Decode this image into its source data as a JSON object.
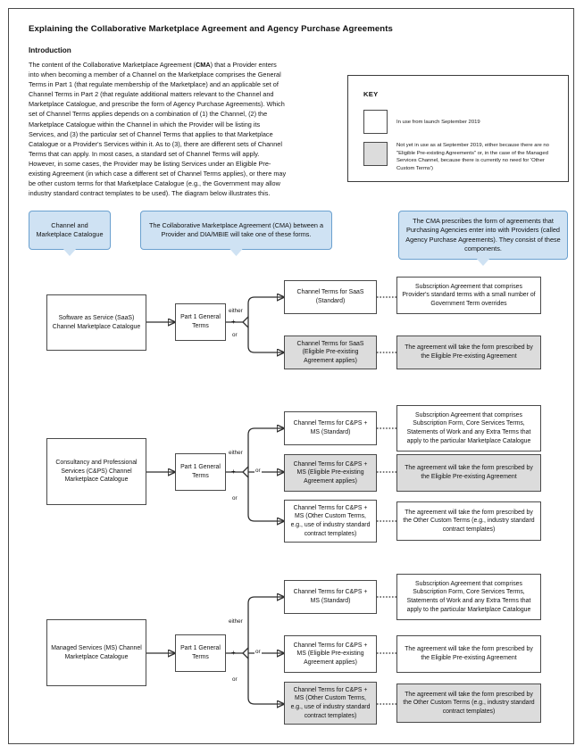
{
  "document": {
    "title": "Explaining the Collaborative Marketplace Agreement and Agency Purchase Agreements",
    "intro_heading": "Introduction",
    "intro_paragraph_pre": "The content of the Collaborative Marketplace Agreement (",
    "intro_abbr": "CMA",
    "intro_paragraph_post": ") that a Provider enters into when becoming a member of a Channel on the Marketplace comprises the General Terms in Part 1 (that regulate membership of the Marketplace) and an applicable set of Channel Terms in Part 2 (that regulate additional matters relevant to the Channel and Marketplace Catalogue, and prescribe the form of Agency Purchase Agreements). Which set of Channel Terms applies depends on a combination of (1) the Channel, (2) the Marketplace Catalogue within the Channel in which the Provider will be listing its Services, and (3) the particular set of Channel Terms that applies to that Marketplace Catalogue or a Provider's Services within it. As to (3), there are different sets of Channel Terms that can apply. In most cases, a standard set of Channel Terms will apply. However, in some cases, the Provider may be listing Services under an Eligible Pre-existing Agreement (in which case a different set of Channel Terms applies), or there may be other custom terms for that Marketplace Catalogue (e.g., the Government may allow industry standard contract templates to be used). The diagram below illustrates this."
  },
  "key": {
    "title": "KEY",
    "entries": [
      {
        "swatch": "white",
        "text": "In use from launch September 2019"
      },
      {
        "swatch": "grey",
        "text": "Not yet in use as at September 2019, either because there are no \"Eligible Pre-existing Agreements\" or, in the case of the Managed Services Channel, because there is currently no need for 'Other Custom Terms')"
      }
    ],
    "colors": {
      "white": "#ffffff",
      "grey": "#dcdcdc"
    }
  },
  "callouts": [
    {
      "text": "Channel and\nMarketplace Catalogue"
    },
    {
      "text": "The Collaborative Marketplace Agreement (CMA) between a Provider and DIA/MBIE will take one of these forms."
    },
    {
      "text": "The CMA prescribes the form of agreements that Purchasing Agencies enter into with Providers (called Agency Purchase Agreements). They consist of these components."
    }
  ],
  "colors": {
    "callout_fill": "#cfe2f3",
    "callout_border": "#6aa0cf",
    "node_border": "#4a4a4a",
    "grey_fill": "#dcdcdc"
  },
  "labels": {
    "either": "either",
    "or": "or",
    "plus": "+"
  },
  "rows": [
    {
      "id": "saas",
      "channel": "Software as  Service (SaaS) Channel Marketplace Catalogue",
      "part1": "Part 1 General Terms",
      "branches": [
        {
          "connector": "either",
          "shade": "white",
          "terms": "Channel Terms for SaaS (Standard)",
          "agreement": "Subscription Agreement that comprises Provider's standard terms with a small number of Government Term overrides"
        },
        {
          "connector": "or",
          "shade": "grey",
          "terms": "Channel Terms for SaaS (Eligible Pre-existing Agreement applies)",
          "agreement": "The agreement will take the form prescribed by the Eligible Pre-existing Agreement"
        }
      ]
    },
    {
      "id": "cps",
      "channel": "Consultancy and Professional Services (C&PS) Channel Marketplace Catalogue",
      "part1": "Part 1 General Terms",
      "branches": [
        {
          "connector": "either",
          "shade": "white",
          "terms": "Channel Terms for C&PS + MS (Standard)",
          "agreement": "Subscription Agreement that comprises Subscription Form, Core Services Terms, Statements of Work and any Extra Terms that apply to the particular Marketplace Catalogue"
        },
        {
          "connector": "or",
          "shade": "grey",
          "terms": "Channel Terms for C&PS + MS (Eligible Pre-existing Agreement applies)",
          "agreement": "The agreement will take the form prescribed by the Eligible Pre-existing Agreement"
        },
        {
          "connector": "or",
          "shade": "white",
          "terms": "Channel Terms for C&PS + MS (Other Custom Terms, e.g., use of industry standard contract templates)",
          "agreement": "The agreement will take the form prescribed by the Other Custom Terms (e.g., industry standard contract templates)"
        }
      ]
    },
    {
      "id": "ms",
      "channel": "Managed Services (MS) Channel Marketplace Catalogue",
      "part1": "Part 1 General Terms",
      "branches": [
        {
          "connector": "either",
          "shade": "white",
          "terms": "Channel Terms for C&PS + MS (Standard)",
          "agreement": "Subscription Agreement that comprises Subscription Form, Core Services Terms, Statements of Work and any Extra Terms that apply to the particular Marketplace Catalogue"
        },
        {
          "connector": "or",
          "shade": "white",
          "terms": "Channel Terms for C&PS + MS (Eligible Pre-existing Agreement applies)",
          "agreement": "The agreement will take the form prescribed by the Eligible Pre-existing Agreement"
        },
        {
          "connector": "or",
          "shade": "grey",
          "terms": "Channel Terms for C&PS + MS (Other Custom Terms, e.g., use of industry standard contract templates)",
          "agreement": "The agreement will take the form prescribed by the Other Custom Terms (e.g., industry standard contract templates)"
        }
      ]
    }
  ]
}
